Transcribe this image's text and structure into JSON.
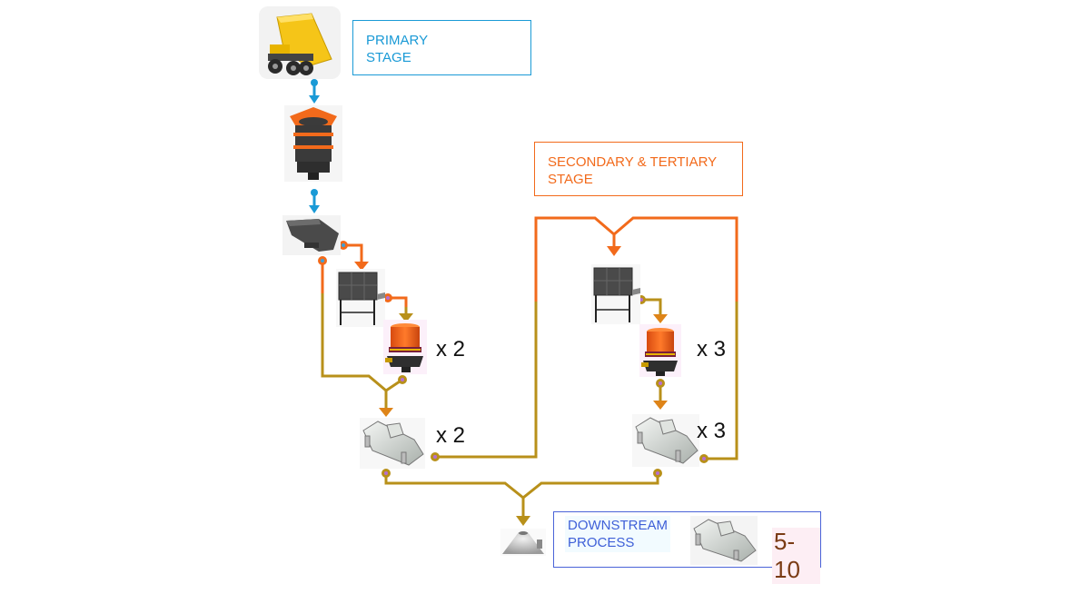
{
  "title": "Crushing circuit flow diagram",
  "colors": {
    "primary": "#1a9ad6",
    "secondary": "#f26a1b",
    "product_line": "#b8901a",
    "downstream": "#4a63d8",
    "dot_fill_primary": "#1a9ad6",
    "dot_fill_secondary": "#3fa0d8",
    "dot_fill_product": "#b56fd1"
  },
  "stages": {
    "primary": {
      "label_line1": "PRIMARY",
      "label_line2": "STAGE"
    },
    "secondary": {
      "label_line1": "SECONDARY & TERTIARY",
      "label_line2": "STAGE"
    },
    "downstream": {
      "label_line1": "DOWNSTREAM",
      "label_line2": "PROCESS",
      "count": "5-10"
    }
  },
  "equipment": [
    {
      "id": "haul-truck",
      "name": "Haul truck",
      "icon": "dump-truck-icon"
    },
    {
      "id": "primary-gyratory-crusher",
      "name": "Primary gyratory crusher",
      "icon": "gyratory-crusher-icon"
    },
    {
      "id": "vibrating-feeder",
      "name": "Vibrating feeder / grizzly",
      "icon": "feeder-icon"
    },
    {
      "id": "secondary-surge-bin",
      "name": "Surge bin",
      "icon": "bin-icon"
    },
    {
      "id": "secondary-cone-crusher",
      "name": "Cone crusher",
      "icon": "cone-crusher-icon",
      "multiplier": "x 2"
    },
    {
      "id": "secondary-screen",
      "name": "Vibrating screen",
      "icon": "screen-icon",
      "multiplier": "x 2"
    },
    {
      "id": "tertiary-surge-bin",
      "name": "Surge bin",
      "icon": "bin-icon"
    },
    {
      "id": "tertiary-cone-crusher",
      "name": "Cone crusher",
      "icon": "cone-crusher-icon",
      "multiplier": "x 3"
    },
    {
      "id": "tertiary-screen",
      "name": "Vibrating screen",
      "icon": "screen-icon",
      "multiplier": "x 3"
    },
    {
      "id": "product-stockpile",
      "name": "Product stockpile",
      "icon": "stockpile-icon"
    },
    {
      "id": "downstream-screen",
      "name": "Downstream screen",
      "icon": "screen-icon"
    }
  ]
}
